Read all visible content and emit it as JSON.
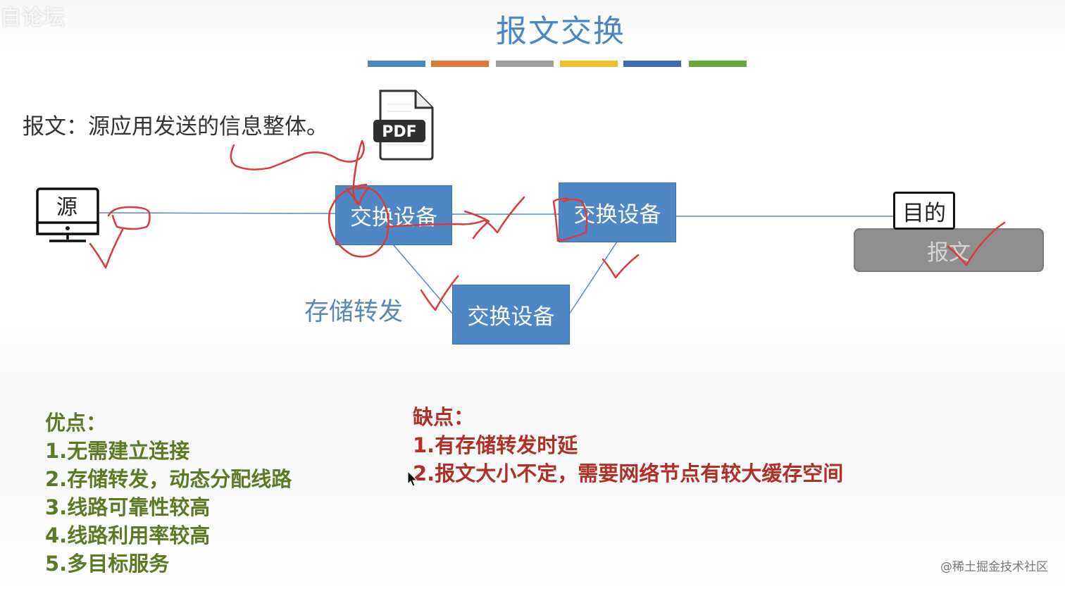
{
  "watermark": "自论坛",
  "title": "报文交换",
  "color_bar": [
    "#4a86c6",
    "#e07a3a",
    "#9e9e9e",
    "#f2be30",
    "#3e6bb8",
    "#6aa63c"
  ],
  "definition": "报文：源应用发送的信息整体。",
  "pdf_icon_label": "PDF",
  "source_label": "源",
  "switch_labels": [
    "交换设备",
    "交换设备",
    "交换设备"
  ],
  "destination_label": "目的",
  "message_label": "报文",
  "store_forward_label": "存储转发",
  "advantages": {
    "title": "优点：",
    "items": [
      "1.无需建立连接",
      "2.存储转发，动态分配线路",
      "3.线路可靠性较高",
      "4.线路利用率较高",
      "5.多目标服务"
    ]
  },
  "disadvantages": {
    "title": "缺点：",
    "items": [
      "1.有存储转发时延",
      "2.报文大小不定，需要网络节点有较大缓存空间"
    ]
  },
  "credit": "@稀土掘金技术社区",
  "colors": {
    "title": "#4a86c6",
    "switch_fill": "#4f86c6",
    "advantages_text": "#5a7a26",
    "disadvantages_text": "#b03026",
    "annotation_ink": "#d93a3a"
  }
}
